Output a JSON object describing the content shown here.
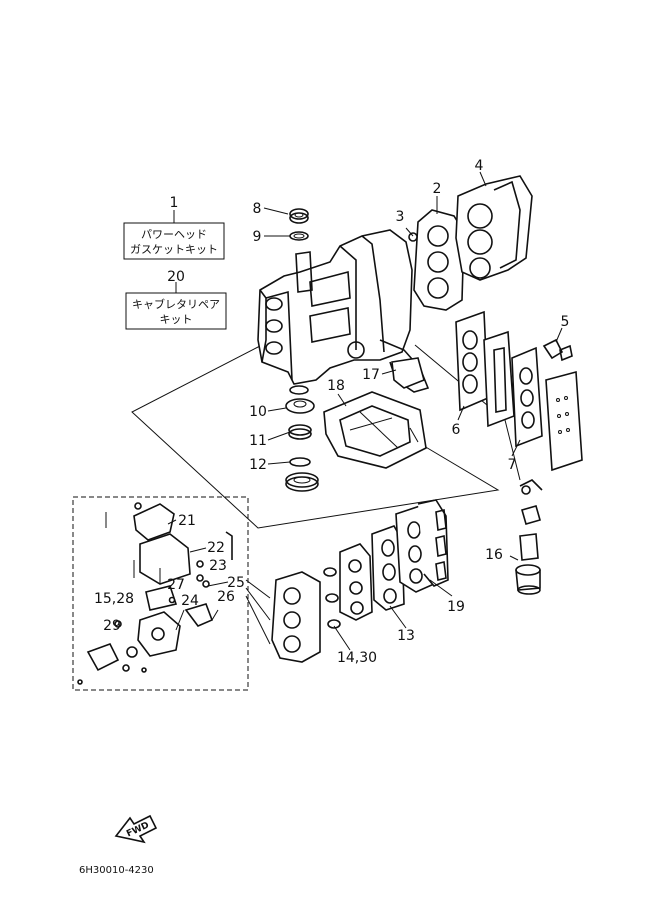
{
  "callouts": [
    {
      "id": "1",
      "text": "1"
    },
    {
      "id": "2",
      "text": "2"
    },
    {
      "id": "3",
      "text": "3"
    },
    {
      "id": "4",
      "text": "4"
    },
    {
      "id": "5",
      "text": "5"
    },
    {
      "id": "6",
      "text": "6"
    },
    {
      "id": "7",
      "text": "7"
    },
    {
      "id": "8",
      "text": "8"
    },
    {
      "id": "9",
      "text": "9"
    },
    {
      "id": "10",
      "text": "10"
    },
    {
      "id": "11",
      "text": "11"
    },
    {
      "id": "12",
      "text": "12"
    },
    {
      "id": "13",
      "text": "13"
    },
    {
      "id": "14-30",
      "text": "14,30"
    },
    {
      "id": "15-28",
      "text": "15,28"
    },
    {
      "id": "16",
      "text": "16"
    },
    {
      "id": "17",
      "text": "17"
    },
    {
      "id": "18",
      "text": "18"
    },
    {
      "id": "19",
      "text": "19"
    },
    {
      "id": "20",
      "text": "20"
    },
    {
      "id": "21",
      "text": "21"
    },
    {
      "id": "22",
      "text": "22"
    },
    {
      "id": "23",
      "text": "23"
    },
    {
      "id": "24",
      "text": "24"
    },
    {
      "id": "25",
      "text": "25"
    },
    {
      "id": "26",
      "text": "26"
    },
    {
      "id": "27",
      "text": "27"
    },
    {
      "id": "29",
      "text": "29"
    }
  ],
  "kits": {
    "power_head": {
      "line1": "パワーヘッド",
      "line2": "ガスケットキット"
    },
    "carburetor": {
      "line1": "キャブレタリペア",
      "line2": "キット"
    }
  },
  "fwd_label": "FWD",
  "drawing_code": "6H30010-4230"
}
